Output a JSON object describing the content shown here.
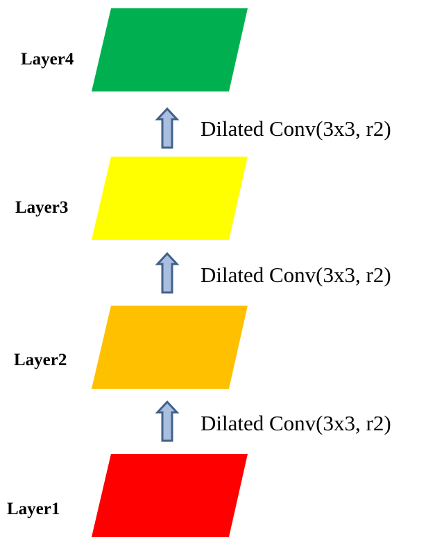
{
  "layers": [
    {
      "label": "Layer4",
      "color": "#00b050"
    },
    {
      "label": "Layer3",
      "color": "#ffff00"
    },
    {
      "label": "Layer2",
      "color": "#ffc000"
    },
    {
      "label": "Layer1",
      "color": "#ff0000"
    }
  ],
  "connections": [
    {
      "label": "Dilated Conv(3x3, r2)",
      "icon": "up-arrow-icon"
    },
    {
      "label": "Dilated Conv(3x3, r2)",
      "icon": "up-arrow-icon"
    },
    {
      "label": "Dilated Conv(3x3, r2)",
      "icon": "up-arrow-icon"
    }
  ]
}
